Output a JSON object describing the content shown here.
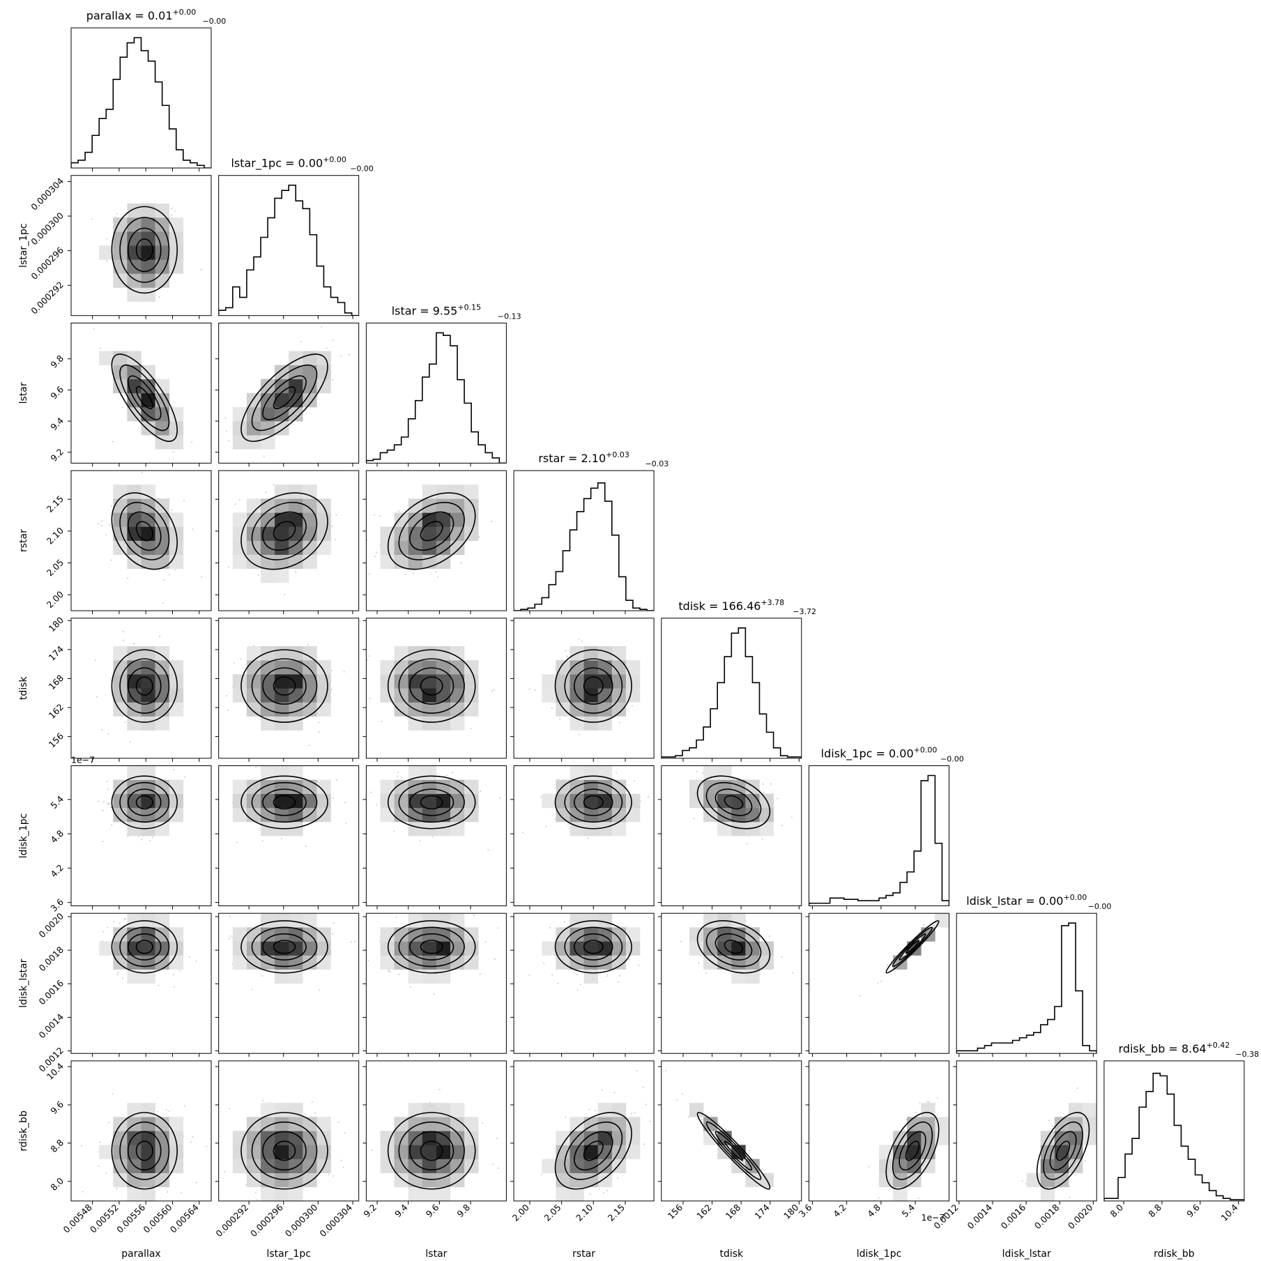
{
  "chart_data": {
    "type": "corner",
    "parameters": [
      "parallax",
      "lstar_1pc",
      "lstar",
      "rstar",
      "tdisk",
      "ldisk_1pc",
      "ldisk_lstar",
      "rdisk_bb"
    ],
    "axis_labels": [
      "parallax",
      "lstar_1pc",
      "lstar",
      "rstar",
      "tdisk",
      "ldisk_1pc",
      "ldisk_lstar",
      "rdisk_bb"
    ],
    "titles": [
      {
        "param": "parallax",
        "name": "parallax",
        "value": "0.01",
        "upper": "+0.00",
        "lower": "−0.00"
      },
      {
        "param": "lstar_1pc",
        "name": "lstar_1pc",
        "value": "0.00",
        "upper": "+0.00",
        "lower": "−0.00"
      },
      {
        "param": "lstar",
        "name": "lstar",
        "value": "9.55",
        "upper": "+0.15",
        "lower": "−0.13"
      },
      {
        "param": "rstar",
        "name": "rstar",
        "value": "2.10",
        "upper": "+0.03",
        "lower": "−0.03"
      },
      {
        "param": "tdisk",
        "name": "tdisk",
        "value": "166.46",
        "upper": "+3.78",
        "lower": "−3.72"
      },
      {
        "param": "ldisk_1pc",
        "name": "ldisk_1pc",
        "value": "0.00",
        "upper": "+0.00",
        "lower": "−0.00"
      },
      {
        "param": "ldisk_lstar",
        "name": "ldisk_lstar",
        "value": "0.00",
        "upper": "+0.00",
        "lower": "−0.00"
      },
      {
        "param": "rdisk_bb",
        "name": "rdisk_bb",
        "value": "8.64",
        "upper": "+0.42",
        "lower": "−0.38"
      }
    ],
    "ranges": [
      [
        0.005448,
        0.005658
      ],
      [
        0.0002885,
        0.0003047
      ],
      [
        9.13,
        10.03
      ],
      [
        1.975,
        2.195
      ],
      [
        151.5,
        180.5
      ],
      [
        3.54e-07,
        5.99e-07
      ],
      [
        0.001185,
        0.00202
      ],
      [
        7.59,
        10.52
      ]
    ],
    "ticks": [
      {
        "values": [
          0.00548,
          0.00552,
          0.00556,
          0.0056,
          0.00564
        ],
        "labels": [
          "0.00548",
          "0.00552",
          "0.00556",
          "0.00560",
          "0.00564"
        ]
      },
      {
        "values": [
          0.000292,
          0.000296,
          0.0003,
          0.000304
        ],
        "labels": [
          "0.000292",
          "0.000296",
          "0.000300",
          "0.000304"
        ]
      },
      {
        "values": [
          9.2,
          9.4,
          9.6,
          9.8
        ],
        "labels": [
          "9.2",
          "9.4",
          "9.6",
          "9.8"
        ]
      },
      {
        "values": [
          2.0,
          2.05,
          2.1,
          2.15
        ],
        "labels": [
          "2.00",
          "2.05",
          "2.10",
          "2.15"
        ]
      },
      {
        "values": [
          156,
          162,
          168,
          174,
          180
        ],
        "labels": [
          "156",
          "162",
          "168",
          "174",
          "180"
        ]
      },
      {
        "values": [
          3.6e-07,
          4.2e-07,
          4.8e-07,
          5.4e-07
        ],
        "labels": [
          "3.6",
          "4.2",
          "4.8",
          "5.4"
        ]
      },
      {
        "values": [
          0.0012,
          0.0014,
          0.0016,
          0.0018,
          0.002
        ],
        "labels": [
          "0.0012",
          "0.0014",
          "0.0016",
          "0.0018",
          "0.0020"
        ]
      },
      {
        "values": [
          8.0,
          8.8,
          9.6,
          10.4
        ],
        "labels": [
          "8.0",
          "8.8",
          "9.6",
          "10.4"
        ]
      }
    ],
    "offset_text": {
      "ldisk_1pc": "1e−7"
    },
    "histograms": [
      [
        0.04,
        0.06,
        0.12,
        0.25,
        0.38,
        0.45,
        0.68,
        0.85,
        0.96,
        1.0,
        0.9,
        0.82,
        0.66,
        0.48,
        0.3,
        0.14,
        0.06,
        0.04,
        0.02,
        0.0
      ],
      [
        0.04,
        0.06,
        0.22,
        0.14,
        0.35,
        0.45,
        0.6,
        0.75,
        0.9,
        0.96,
        1.0,
        0.88,
        0.82,
        0.62,
        0.38,
        0.22,
        0.14,
        0.1,
        0.02,
        0.0
      ],
      [
        0.02,
        0.03,
        0.08,
        0.1,
        0.14,
        0.2,
        0.34,
        0.48,
        0.66,
        0.76,
        1.0,
        0.98,
        0.9,
        0.64,
        0.46,
        0.24,
        0.14,
        0.08,
        0.04,
        0.0
      ],
      [
        0.0,
        0.01,
        0.02,
        0.05,
        0.1,
        0.2,
        0.3,
        0.46,
        0.62,
        0.76,
        0.86,
        0.94,
        0.98,
        0.84,
        0.58,
        0.26,
        0.08,
        0.02,
        0.01,
        0.0
      ],
      [
        0.01,
        0.01,
        0.02,
        0.06,
        0.08,
        0.14,
        0.24,
        0.38,
        0.58,
        0.78,
        0.96,
        1.0,
        0.78,
        0.58,
        0.34,
        0.2,
        0.08,
        0.02,
        0.01,
        0.01
      ],
      [
        0.02,
        0.02,
        0.02,
        0.06,
        0.06,
        0.05,
        0.05,
        0.04,
        0.04,
        0.04,
        0.06,
        0.08,
        0.1,
        0.18,
        0.26,
        0.42,
        0.96,
        1.0,
        0.48,
        0.04
      ],
      [
        0.02,
        0.02,
        0.02,
        0.04,
        0.06,
        0.08,
        0.08,
        0.08,
        0.1,
        0.12,
        0.14,
        0.16,
        0.22,
        0.26,
        0.36,
        0.98,
        1.0,
        0.48,
        0.06,
        0.02
      ],
      [
        0.02,
        0.02,
        0.18,
        0.36,
        0.48,
        0.72,
        0.84,
        0.98,
        0.96,
        0.82,
        0.58,
        0.42,
        0.32,
        0.2,
        0.14,
        0.08,
        0.04,
        0.02,
        0.01,
        0.01
      ]
    ],
    "medians": [
      0.005558,
      0.0002961,
      9.55,
      2.1,
      166.46,
      5.35e-07,
      0.00182,
      8.64
    ],
    "sigmas": [
      2.45e-05,
      2.5e-06,
      0.14,
      0.03,
      3.75,
      2.3e-08,
      7.77e-05,
      0.4
    ],
    "correlation_matrix": [
      [
        1.0,
        0.0,
        -0.75,
        -0.3,
        0.0,
        0.0,
        0.0,
        0.0
      ],
      [
        0.0,
        1.0,
        0.72,
        0.25,
        0.0,
        0.0,
        0.0,
        0.0
      ],
      [
        -0.75,
        0.72,
        1.0,
        0.4,
        0.0,
        0.0,
        0.0,
        0.0
      ],
      [
        -0.3,
        0.25,
        0.4,
        1.0,
        0.0,
        0.0,
        0.0,
        0.45
      ],
      [
        0.0,
        0.0,
        0.0,
        0.0,
        1.0,
        -0.35,
        -0.3,
        -0.96
      ],
      [
        0.0,
        0.0,
        0.0,
        0.0,
        -0.35,
        1.0,
        0.97,
        0.55
      ],
      [
        0.0,
        0.0,
        0.0,
        0.0,
        -0.3,
        0.97,
        1.0,
        0.55
      ],
      [
        0.0,
        0.0,
        0.0,
        0.45,
        -0.96,
        0.55,
        0.55,
        1.0
      ]
    ],
    "grid": false,
    "legend": "none",
    "colors": {
      "line": "#000000",
      "points": "#bdbdbd",
      "density_low": "#f4f4f4",
      "density_high": "#111111",
      "background": "#ffffff"
    }
  }
}
